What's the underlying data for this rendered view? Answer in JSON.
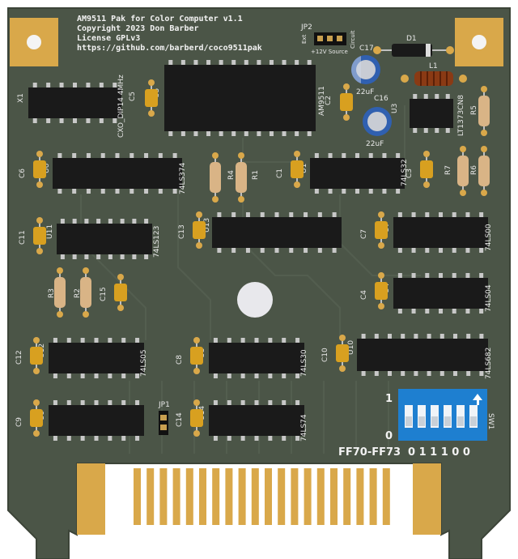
{
  "board": {
    "header_lines": [
      "AM9511 Pak for Color Computer v1.1",
      "Copyright 2023 Don Barber",
      "License GPLv3",
      "https://github.com/barberd/coco9511pak"
    ],
    "colors": {
      "pcb": "#4b5547",
      "pcb_edge": "#3c4438",
      "gold": "#d9a84a",
      "chip": "#1a1a1a",
      "pin": "#c8c8c8",
      "cap": "#d8a020",
      "resistor": "#d9b486",
      "silk": "#e8e8e8",
      "dip": "#1e7fd0",
      "electrolytic": "#3060b0"
    }
  },
  "components": {
    "ics": [
      {
        "ref": "X1",
        "part": "CXO_DIP14 4MHz"
      },
      {
        "ref": "U5",
        "part": "AM9511"
      },
      {
        "ref": "U6",
        "part": "74LS374"
      },
      {
        "ref": "U1",
        "part": "74LS32"
      },
      {
        "ref": "U11",
        "part": "74LS123"
      },
      {
        "ref": "U13",
        "part": ""
      },
      {
        "ref": "U7",
        "part": "74LS00"
      },
      {
        "ref": "U4",
        "part": "74LS04"
      },
      {
        "ref": "U12",
        "part": "74LS05"
      },
      {
        "ref": "U8",
        "part": "74LS30"
      },
      {
        "ref": "U10",
        "part": "74LS682"
      },
      {
        "ref": "U9",
        "part": ""
      },
      {
        "ref": "U14",
        "part": "74LS74"
      },
      {
        "ref": "U3",
        "part": "LT1373CN8"
      }
    ],
    "caps": [
      "C5",
      "C2",
      "C6",
      "C1",
      "C3",
      "C11",
      "C13",
      "C7",
      "C4",
      "C15",
      "C12",
      "C8",
      "C10",
      "C9",
      "C14"
    ],
    "electrolytics": [
      {
        "ref": "C17",
        "value": "22uF"
      },
      {
        "ref": "C16",
        "value": "22uF"
      }
    ],
    "resistors": [
      "R4",
      "R1",
      "R7",
      "R6",
      "R5",
      "R3",
      "R2"
    ],
    "jumper_jp2": {
      "ref": "JP2",
      "left_label": "Ext",
      "right_label": "Circuit",
      "bottom_label": "+12V Source"
    },
    "jumper_jp1": {
      "ref": "JP1"
    },
    "diode": {
      "ref": "D1"
    },
    "inductor": {
      "ref": "L1"
    },
    "dip_switch": {
      "ref": "SW1",
      "label_one": "1",
      "label_zero": "0",
      "address_label": "FF70-FF73",
      "bits": "0 1 1 1 0 0"
    }
  }
}
